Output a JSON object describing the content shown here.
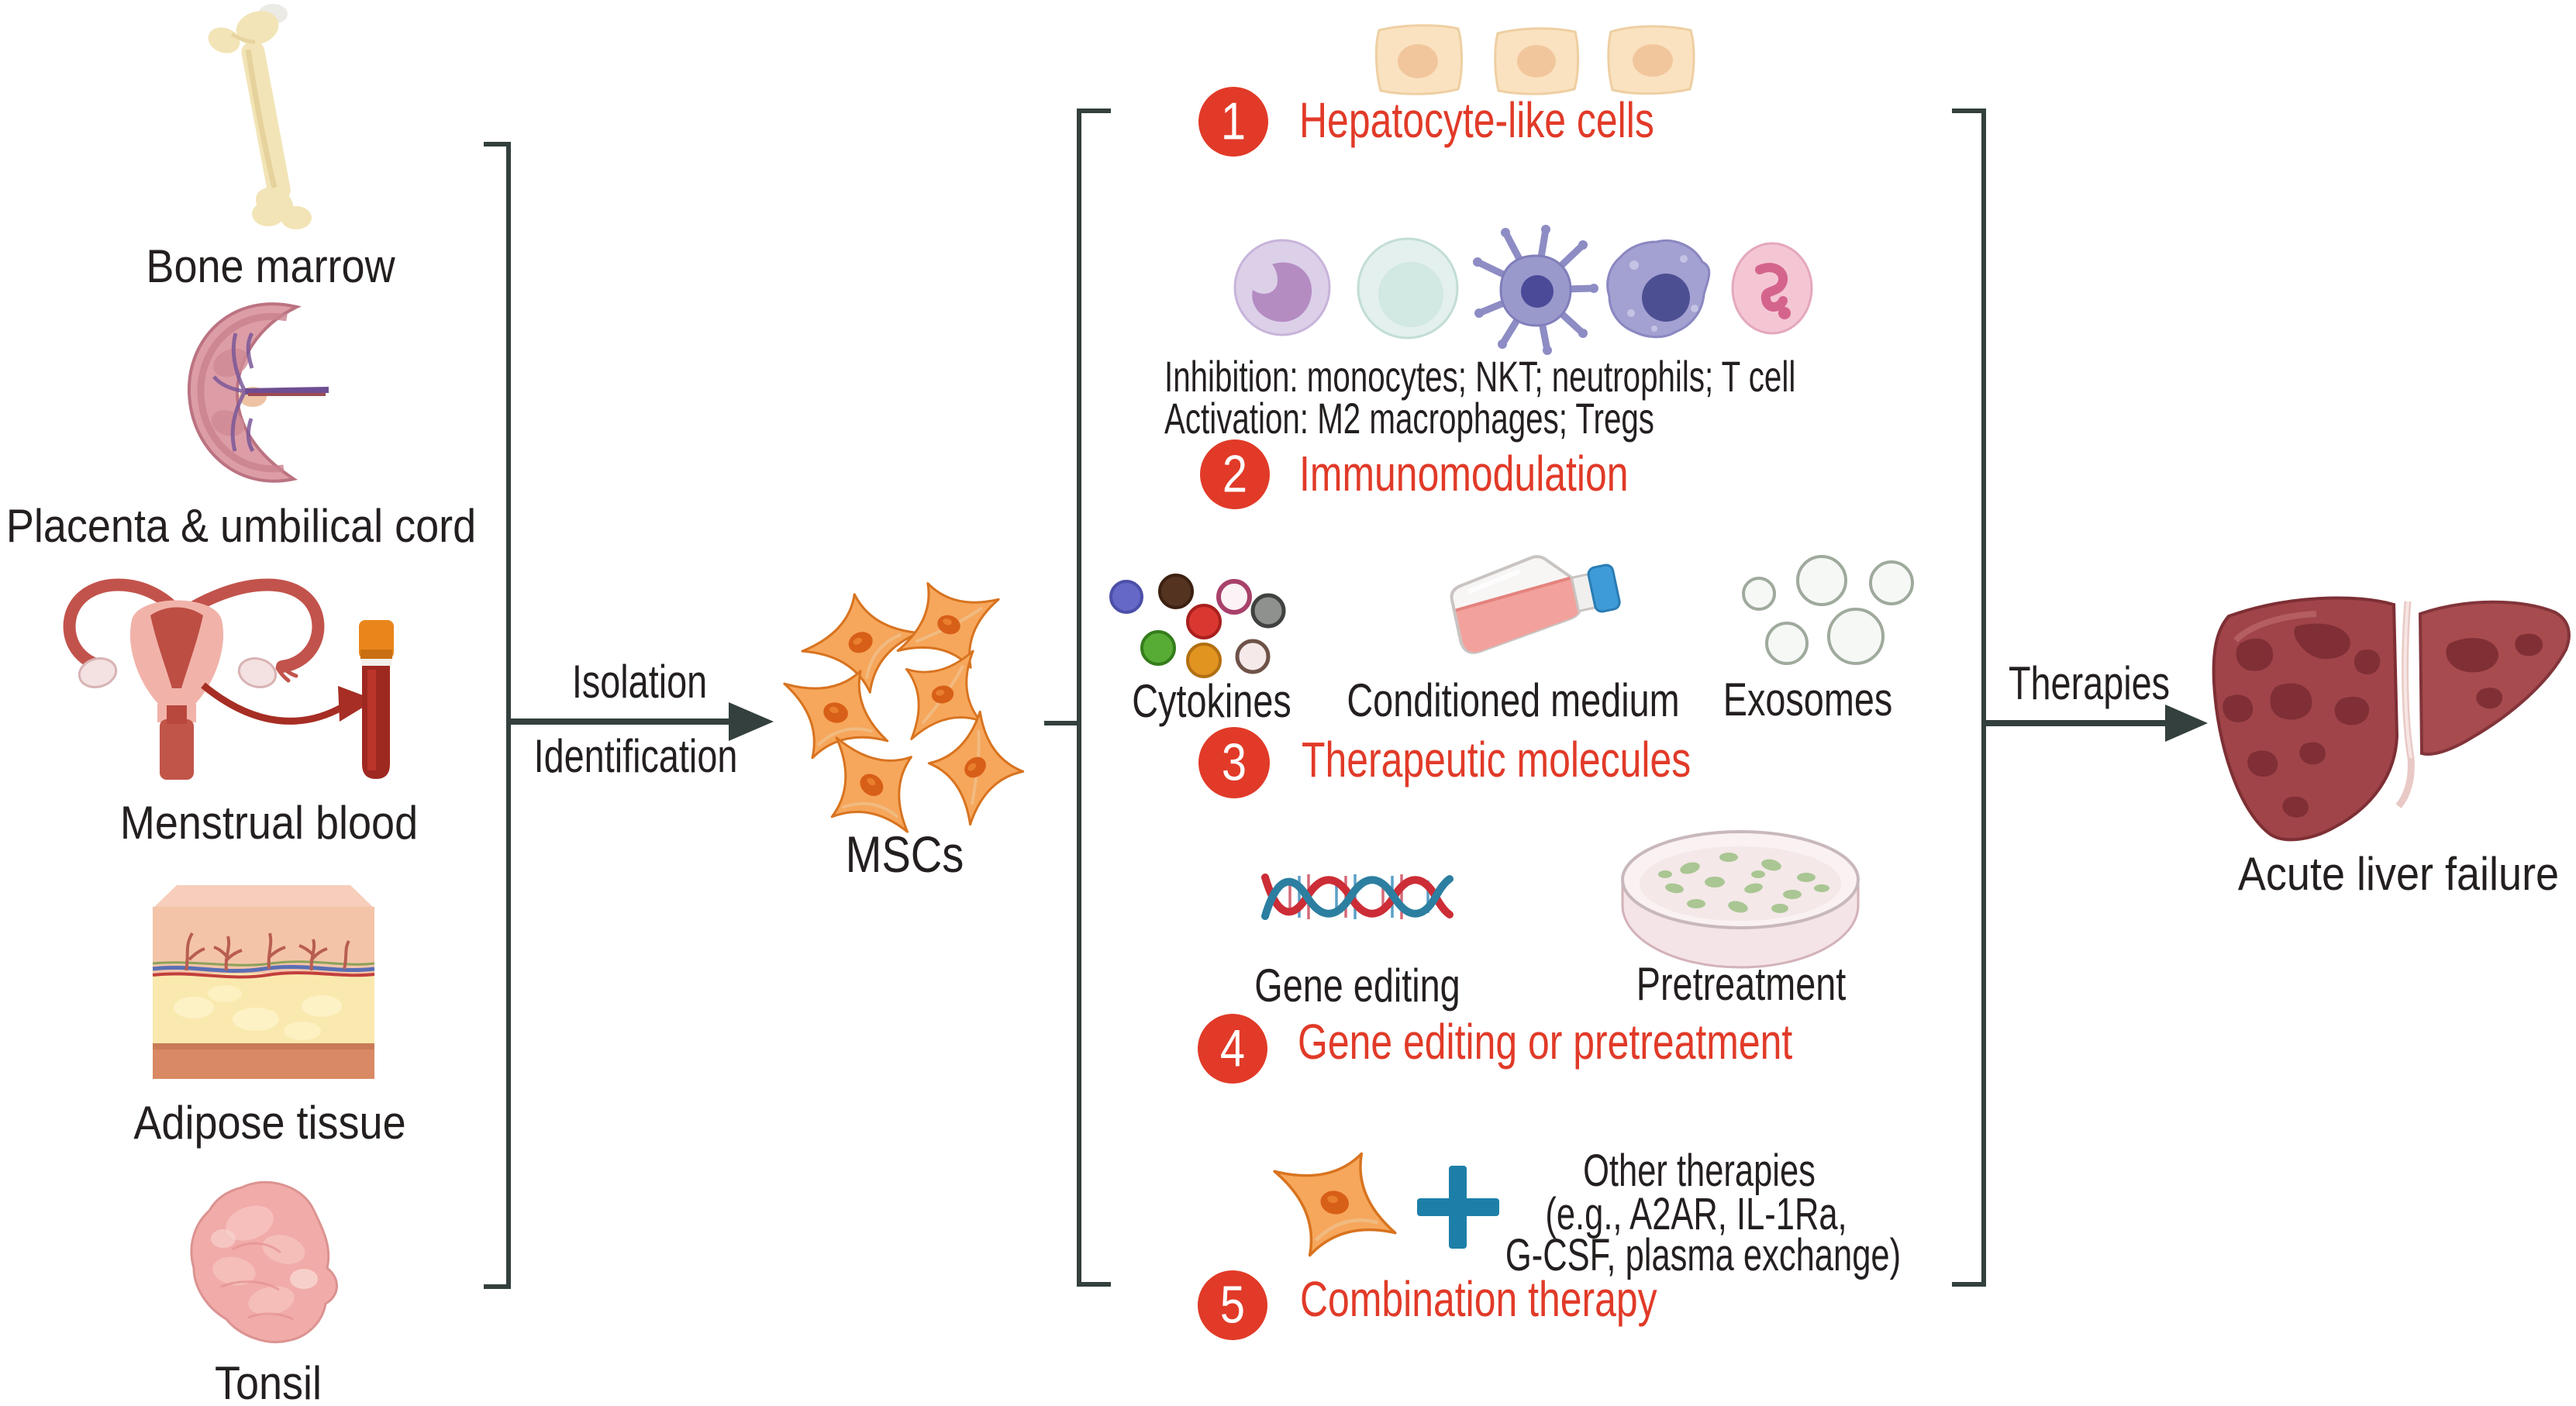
{
  "figure": {
    "background": "#ffffff",
    "accent_red": "#e13a28",
    "text_color": "#241f1f",
    "line_color": "#33403d"
  },
  "sources": {
    "items": [
      {
        "label": "Bone marrow",
        "icon": "bone-icon"
      },
      {
        "label": "Placenta & umbilical cord",
        "icon": "placenta-icon"
      },
      {
        "label": "Menstrual blood",
        "icon": "uterus-and-blood-tube-icon"
      },
      {
        "label": "Adipose tissue",
        "icon": "adipose-tissue-icon"
      },
      {
        "label": "Tonsil",
        "icon": "tonsil-icon"
      }
    ]
  },
  "isolation": {
    "top_label": "Isolation",
    "bottom_label": "Identification"
  },
  "msc": {
    "label": "MSCs"
  },
  "mechanisms": {
    "item1": {
      "number": "1",
      "title": "Hepatocyte-like cells"
    },
    "item2": {
      "number": "2",
      "title": "Immunomodulation",
      "line1": "Inhibition: monocytes; NKT; neutrophils; T cell",
      "line2": "Activation: M2 macrophages; Tregs"
    },
    "item3": {
      "number": "3",
      "title": "Therapeutic molecules",
      "captions": [
        "Cytokines",
        "Conditioned medium",
        "Exosomes"
      ]
    },
    "item4": {
      "number": "4",
      "title": "Gene editing or pretreatment",
      "captions": [
        "Gene editing",
        "Pretreatment"
      ]
    },
    "item5": {
      "number": "5",
      "title": "Combination therapy",
      "note_line1": "Other therapies",
      "note_line2": "(e.g., A2AR, IL-1Ra,",
      "note_line3": "G-CSF, plasma exchange)"
    }
  },
  "therapy": {
    "arrow_label": "Therapies",
    "outcome_label": "Acute liver failure"
  }
}
